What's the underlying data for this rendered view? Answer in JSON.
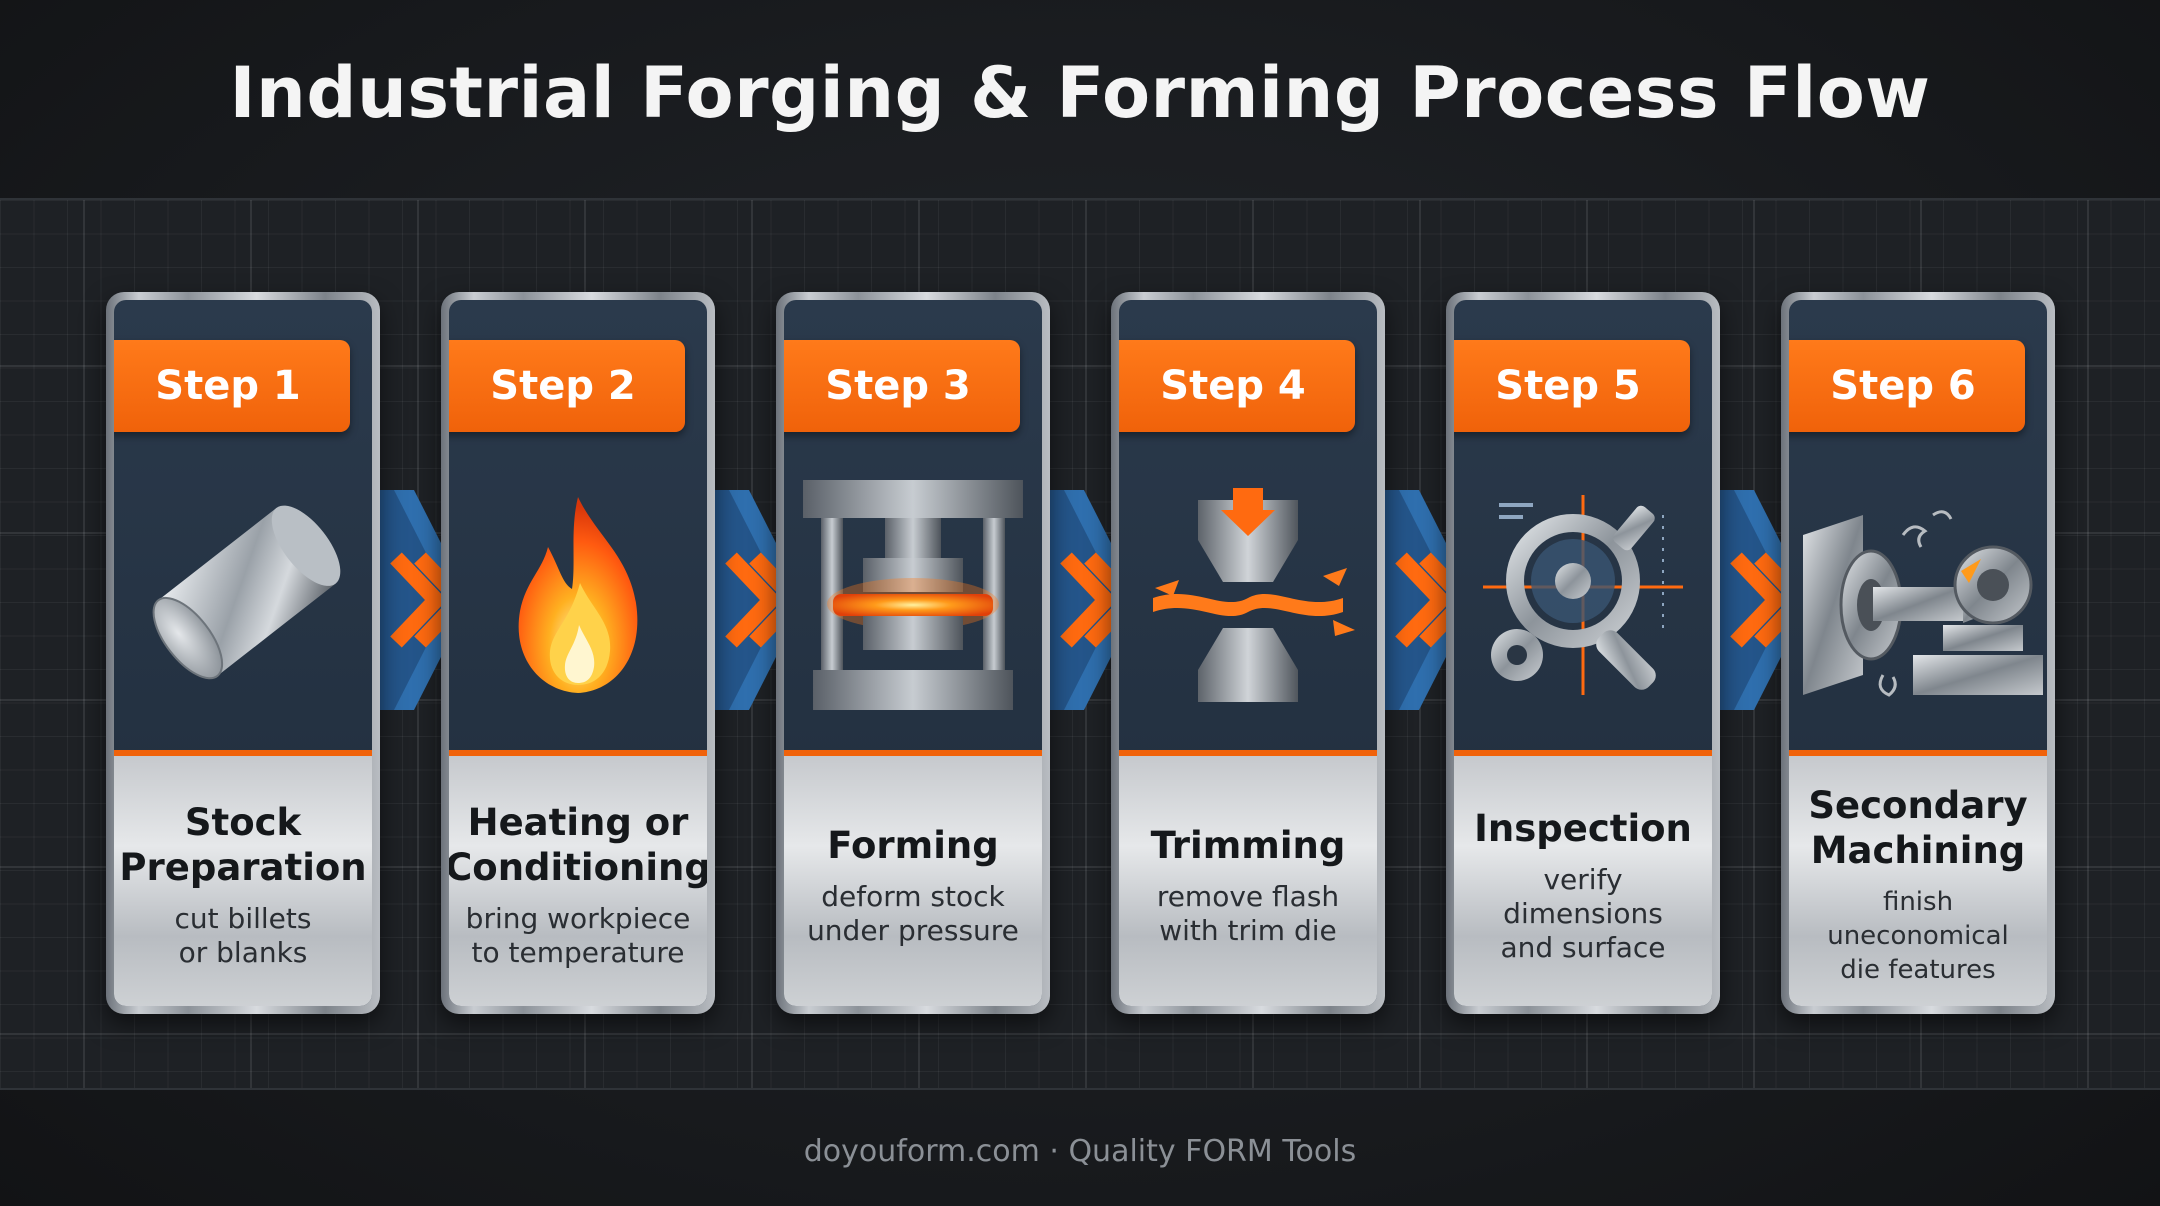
{
  "title": "Industrial Forging & Forming Process Flow",
  "footer": "doyouform.com · Quality FORM Tools",
  "colors": {
    "accent": "#f0620a",
    "panel": "#2b3a4c",
    "background": "#17191c"
  },
  "steps": [
    {
      "badge": "Step 1",
      "name": "Stock\nPreparation",
      "desc": "cut billets\nor blanks",
      "icon": "metal-billet-icon"
    },
    {
      "badge": "Step 2",
      "name": "Heating or\nConditioning",
      "desc": "bring workpiece\nto temperature",
      "icon": "flame-icon"
    },
    {
      "badge": "Step 3",
      "name": "Forming",
      "desc": "deform stock\nunder pressure",
      "icon": "forging-press-icon"
    },
    {
      "badge": "Step 4",
      "name": "Trimming",
      "desc": "remove flash\nwith trim die",
      "icon": "trim-die-icon"
    },
    {
      "badge": "Step 5",
      "name": "Inspection",
      "desc": "verify dimensions\nand surface",
      "icon": "magnifier-gauge-icon"
    },
    {
      "badge": "Step 6",
      "name": "Secondary\nMachining",
      "desc": "finish uneconomical\ndie features",
      "icon": "lathe-machining-icon"
    }
  ]
}
